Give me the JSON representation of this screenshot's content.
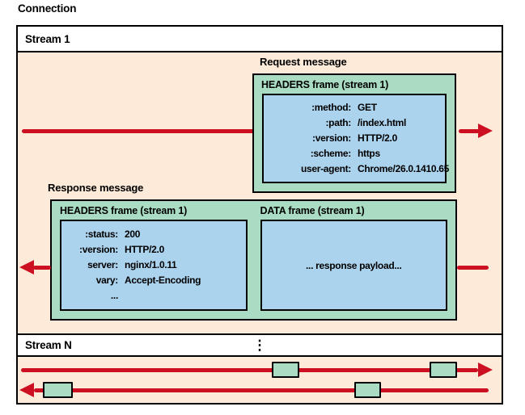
{
  "title": "Connection",
  "colors": {
    "lane": "#fdead8",
    "frame": "#a9dcc3",
    "payload": "#abd3ee",
    "arrow": "#cc1021"
  },
  "stream1": {
    "label": "Stream 1",
    "request": {
      "label": "Request message",
      "frame_title": "HEADERS frame (stream 1)",
      "headers": [
        {
          "key": ":method:",
          "value": "GET"
        },
        {
          "key": ":path:",
          "value": "/index.html"
        },
        {
          "key": ":version:",
          "value": "HTTP/2.0"
        },
        {
          "key": ":scheme:",
          "value": "https"
        },
        {
          "key": "user-agent:",
          "value": "Chrome/26.0.1410.65"
        }
      ]
    },
    "response": {
      "label": "Response message",
      "headers_frame": {
        "title": "HEADERS frame (stream 1)",
        "headers": [
          {
            "key": ":status:",
            "value": "200"
          },
          {
            "key": ":version:",
            "value": "HTTP/2.0"
          },
          {
            "key": "server:",
            "value": "nginx/1.0.11"
          },
          {
            "key": "vary:",
            "value": "Accept-Encoding"
          },
          {
            "key": "...",
            "value": ""
          }
        ]
      },
      "data_frame": {
        "title": "DATA frame (stream 1)",
        "payload": "... response payload..."
      }
    }
  },
  "streamN": {
    "label": "Stream N",
    "ellipsis": "⋮"
  }
}
